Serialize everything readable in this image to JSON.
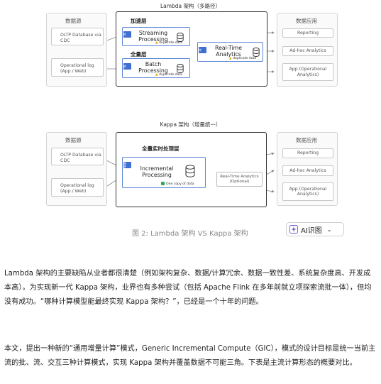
{
  "lambda": {
    "title": "Lambda 架构（多路径）",
    "source_label": "数据源",
    "sources": [
      "OLTP Database via CDC",
      "Operational log (App / Web)"
    ],
    "speed_layer": "加速层",
    "batch_layer": "全量层",
    "streaming": "Streaming Processing",
    "batch": "Batch Processing",
    "realtime": "Real-Time Analytics",
    "tag_stream": "流",
    "tag_batch": "批",
    "tag_merge": "流",
    "dup": "duplicate data",
    "apps_label": "数据应用",
    "apps": [
      "Reporting",
      "Ad-hoc Analytics",
      "App (Operational Analytics)"
    ]
  },
  "kappa": {
    "title": "Kappa 架构（增量统一）",
    "source_label": "数据源",
    "sources": [
      "OLTP Database via CDC",
      "Operational log (App / Web)"
    ],
    "layer": "全量实时处理层",
    "incremental": "Incremental Processing",
    "tag": "增量",
    "one_copy": "One copy of data",
    "realtime": "Real-Time Analytics (Optional)",
    "apps_label": "数据应用",
    "apps": [
      "Reporting",
      "Ad-hoc Analytics",
      "App (Operational Analytics)"
    ]
  },
  "caption": "图 2: Lambda 架构 VS Kappa 架构",
  "ai_button": {
    "label": "AI识图",
    "icon": "sparkle-icon",
    "chevron": "chevron-down-icon"
  },
  "paragraphs": [
    "Lambda 架构的主要缺陷从业者都很清楚（例如架构复杂、数据/计算冗余、数据一致性差、系统复杂度高、开发成本高）。为实现新一代 Kappa 架构，业界也有多种尝试（包括 Apache Flink 在多年前就立项探索流批一体），但均没有成功。“哪种计算模型能最终实现 Kappa 架构？”，已经是一个十年的问题。",
    "本文，提出一种新的“通用增量计算”模式，Generic Incremental Compute（GIC），模式的设计目标是统一当前主流的批、流、交互三种计算模式，实现 Kappa 架构并覆盖数据不可能三角。下表是主流计算形态的概要对比。"
  ],
  "colors": {
    "accent": "#3f6fd1",
    "warning": "#e0a100",
    "ok": "#2fa84f"
  }
}
